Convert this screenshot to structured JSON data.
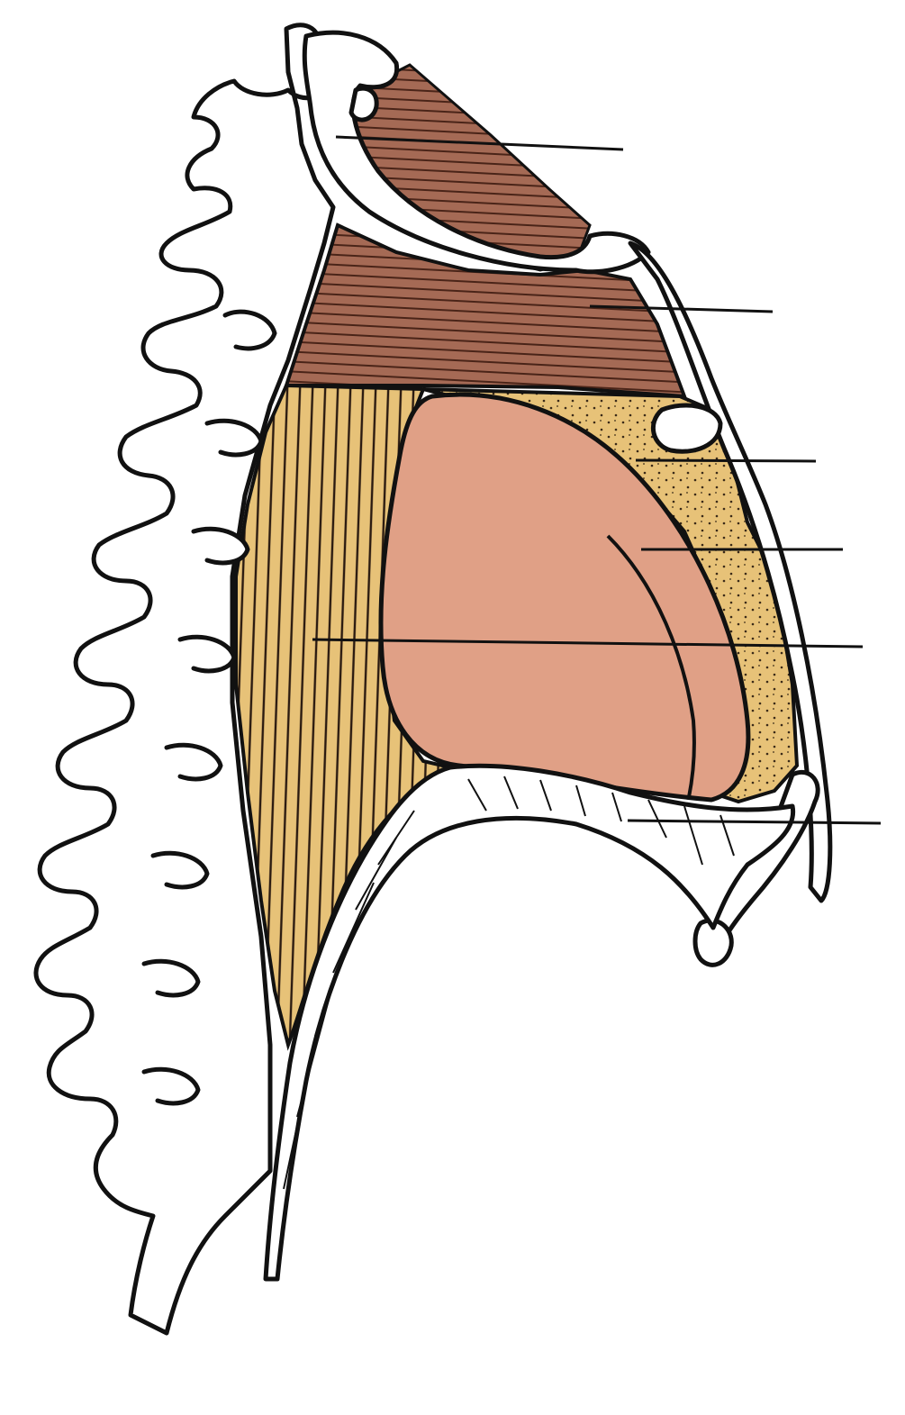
{
  "diagram": {
    "regions": [
      {
        "id": "superior-mediastinum-upper",
        "color": "#a56a55",
        "pattern": "horizontal-lines"
      },
      {
        "id": "superior-mediastinum-lower",
        "color": "#a56a55",
        "pattern": "horizontal-lines"
      },
      {
        "id": "anterior-mediastinum",
        "color": "#e7c278",
        "pattern": "stipple"
      },
      {
        "id": "middle-mediastinum-heart",
        "color": "#e0a086",
        "pattern": "solid"
      },
      {
        "id": "posterior-mediastinum",
        "color": "#e7c278",
        "pattern": "vertical-lines"
      },
      {
        "id": "diaphragm",
        "color": "#ffffff",
        "pattern": "striated-outline"
      }
    ],
    "structures": [
      "vertebral-column",
      "first-rib",
      "sternum",
      "costal-cartilage"
    ],
    "leader_lines": [
      {
        "id": "leader-1",
        "label": ""
      },
      {
        "id": "leader-2",
        "label": ""
      },
      {
        "id": "leader-3",
        "label": ""
      },
      {
        "id": "leader-4",
        "label": ""
      },
      {
        "id": "leader-5",
        "label": ""
      },
      {
        "id": "leader-6",
        "label": ""
      }
    ]
  }
}
